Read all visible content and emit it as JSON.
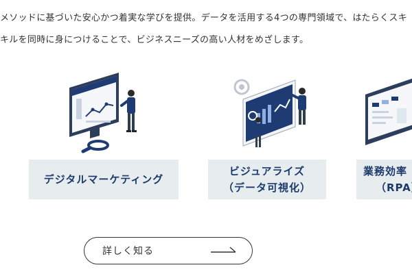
{
  "intro": {
    "line1": "メソッドに基づいた安心かつ着実な学びを提供。データを活用する4つの専門領域で、はたらくスキ",
    "line2": "キルを同時に身につけることで、ビジネスニーズの高い人材をめざします。"
  },
  "courses": [
    {
      "line1": "デジタルマーケティング",
      "line2": ""
    },
    {
      "line1": "ビジュアライズ",
      "line2": "（データ可視化）"
    },
    {
      "line1": "業務効率",
      "line2": "（RPA）"
    }
  ],
  "more_button": {
    "label": "詳しく知る"
  },
  "colors": {
    "navy": "#1b3a6b",
    "card_bg": "#e7ecef",
    "text": "#333333"
  }
}
